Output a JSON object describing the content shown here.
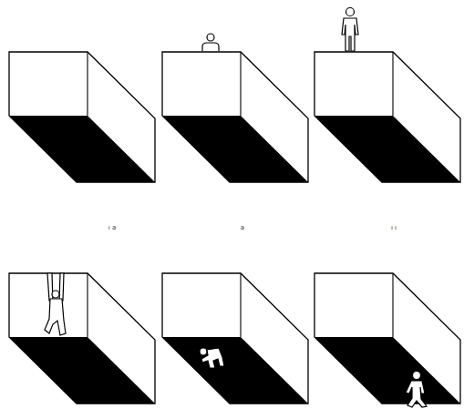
{
  "diagram": {
    "labels": [
      "ı a",
      "a",
      "ı ı"
    ]
  }
}
